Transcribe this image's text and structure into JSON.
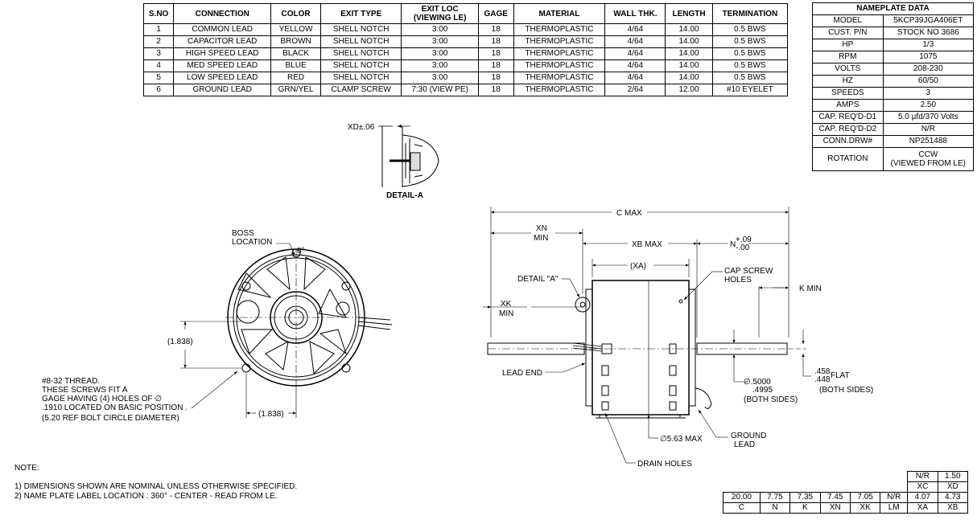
{
  "connection_table": {
    "headers": [
      "S.NO",
      "CONNECTION",
      "COLOR",
      "EXIT TYPE",
      "EXIT LOC (VIEWING LE)",
      "GAGE",
      "MATERIAL",
      "WALL THK.",
      "LENGTH",
      "TERMINATION"
    ],
    "header_exit_loc_line1": "EXIT LOC",
    "header_exit_loc_line2": "(VIEWING LE)",
    "rows": [
      [
        "1",
        "COMMON LEAD",
        "YELLOW",
        "SHELL NOTCH",
        "3:00",
        "18",
        "THERMOPLASTIC",
        "4/64",
        "14.00",
        "0.5 BWS"
      ],
      [
        "2",
        "CAPACITOR LEAD",
        "BROWN",
        "SHELL NOTCH",
        "3:00",
        "18",
        "THERMOPLASTIC",
        "4/64",
        "14.00",
        "0.5 BWS"
      ],
      [
        "3",
        "HIGH SPEED LEAD",
        "BLACK",
        "SHELL NOTCH",
        "3:00",
        "18",
        "THERMOPLASTIC",
        "4/64",
        "14.00",
        "0.5 BWS"
      ],
      [
        "4",
        "MED SPEED LEAD",
        "BLUE",
        "SHELL NOTCH",
        "3:00",
        "18",
        "THERMOPLASTIC",
        "4/64",
        "14.00",
        "0.5 BWS"
      ],
      [
        "5",
        "LOW SPEED LEAD",
        "RED",
        "SHELL NOTCH",
        "3:00",
        "18",
        "THERMOPLASTIC",
        "4/64",
        "14.00",
        "0.5 BWS"
      ],
      [
        "6",
        "GROUND LEAD",
        "GRN/YEL",
        "CLAMP SCREW",
        "7:30 (VIEW PE)",
        "18",
        "THERMOPLASTIC",
        "2/64",
        "12.00",
        "#10 EYELET"
      ]
    ]
  },
  "nameplate": {
    "title": "NAMEPLATE DATA",
    "rows": [
      [
        "MODEL",
        "5KCP39JGA406ET"
      ],
      [
        "CUST. P/N",
        "STOCK NO 3686"
      ],
      [
        "HP",
        "1/3"
      ],
      [
        "RPM",
        "1075"
      ],
      [
        "VOLTS",
        "208-230"
      ],
      [
        "HZ",
        "60/50"
      ],
      [
        "SPEEDS",
        "3"
      ],
      [
        "AMPS",
        "2.50"
      ],
      [
        "CAP. REQ'D-D1",
        "5.0 µfd/370 Volts"
      ],
      [
        "CAP. REQ'D-D2",
        "N/R"
      ],
      [
        "CONN.DRW#",
        "NP251488"
      ]
    ],
    "rotation_label": "ROTATION",
    "rotation_value_line1": "CCW",
    "rotation_value_line2": "(VIEWED FROM LE)"
  },
  "dimension_table": {
    "top_values": [
      "N/R",
      "1.50"
    ],
    "top_labels": [
      "XC",
      "XD"
    ],
    "values": [
      "20.00",
      "7.75",
      "7.35",
      "7.45",
      "7.05",
      "N/R",
      "4.07",
      "4.73"
    ],
    "labels": [
      "C",
      "N",
      "K",
      "XN",
      "XK",
      "LM",
      "XA",
      "XB"
    ]
  },
  "notes": {
    "title": "NOTE:",
    "line1": "1) DIMENSIONS SHOWN ARE NOMINAL  UNLESS OTHERWISE SPECIFIED.",
    "line2": "2) NAME PLATE LABEL  LOCATION : 360° - CENTER - READ FROM LE."
  },
  "labels": {
    "xd": "XD±.06",
    "detail_a": "DETAIL-A",
    "boss_1": "BOSS",
    "boss_2": "LOCATION",
    "zero_deg": "0°",
    "dim_1838_v": "(1.838)",
    "dim_1838_h": "(1.838)",
    "thread_1": "#8-32 THREAD.",
    "thread_2": "THESE SCREWS FIT A",
    "thread_3": "GAGE HAVING (4) HOLES OF ∅",
    "thread_4": ".1910 LOCATED ON BASIC POSITION .",
    "thread_5": "(5.20 REF BOLT CIRCLE DIAMETER)",
    "c_max": "C MAX",
    "xn_1": "XN",
    "xn_2": "MIN",
    "xb_max": "XB MAX",
    "n_tol": "N",
    "n_tol_plus": "+.09",
    "n_tol_minus": "-.00",
    "xa": "(XA)",
    "detail_a_ref": "DETAIL \"A\"",
    "cap_screw_1": "CAP SCREW",
    "cap_screw_2": "HOLES",
    "k_min": "K MIN",
    "xk_1": "XK",
    "xk_2": "MIN",
    "lead_end": "LEAD END",
    "shaft_dia_1": "∅.5000",
    "shaft_dia_2": ".4995",
    "both_sides_1": "(BOTH SIDES)",
    "flat_1": ".458",
    "flat_2": ".448",
    "flat_3": "FLAT",
    "both_sides_2": "(BOTH SIDES)",
    "body_dia": "∅5.63 MAX",
    "ground_1": "GROUND",
    "ground_2": "LEAD",
    "drain": "DRAIN HOLES"
  }
}
